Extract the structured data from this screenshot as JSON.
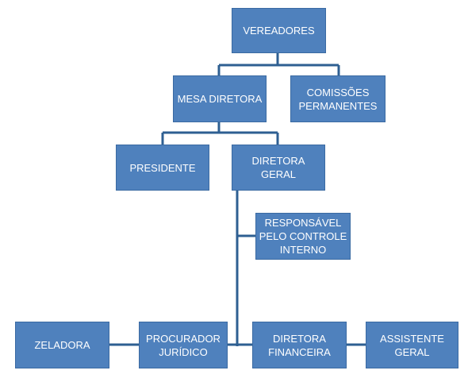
{
  "org_chart": {
    "nodes": {
      "vereadores": "VEREADORES",
      "mesa_diretora": "MESA DIRETORA",
      "comissoes": "COMISSÕES\nPERMANENTES",
      "presidente": "PRESIDENTE",
      "diretora_geral": "DIRETORA\nGERAL",
      "controle_interno": "RESPONSÁVEL\nPELO CONTROLE\nINTERNO",
      "zeladora": "ZELADORA",
      "procurador": "PROCURADOR\nJURÍDICO",
      "diretora_financeira": "DIRETORA\nFINANCEIRA",
      "assistente": "ASSISTENTE\nGERAL"
    },
    "colors": {
      "box_fill": "#4f81bd",
      "connector": "#2e5f92",
      "text": "#ffffff"
    }
  }
}
